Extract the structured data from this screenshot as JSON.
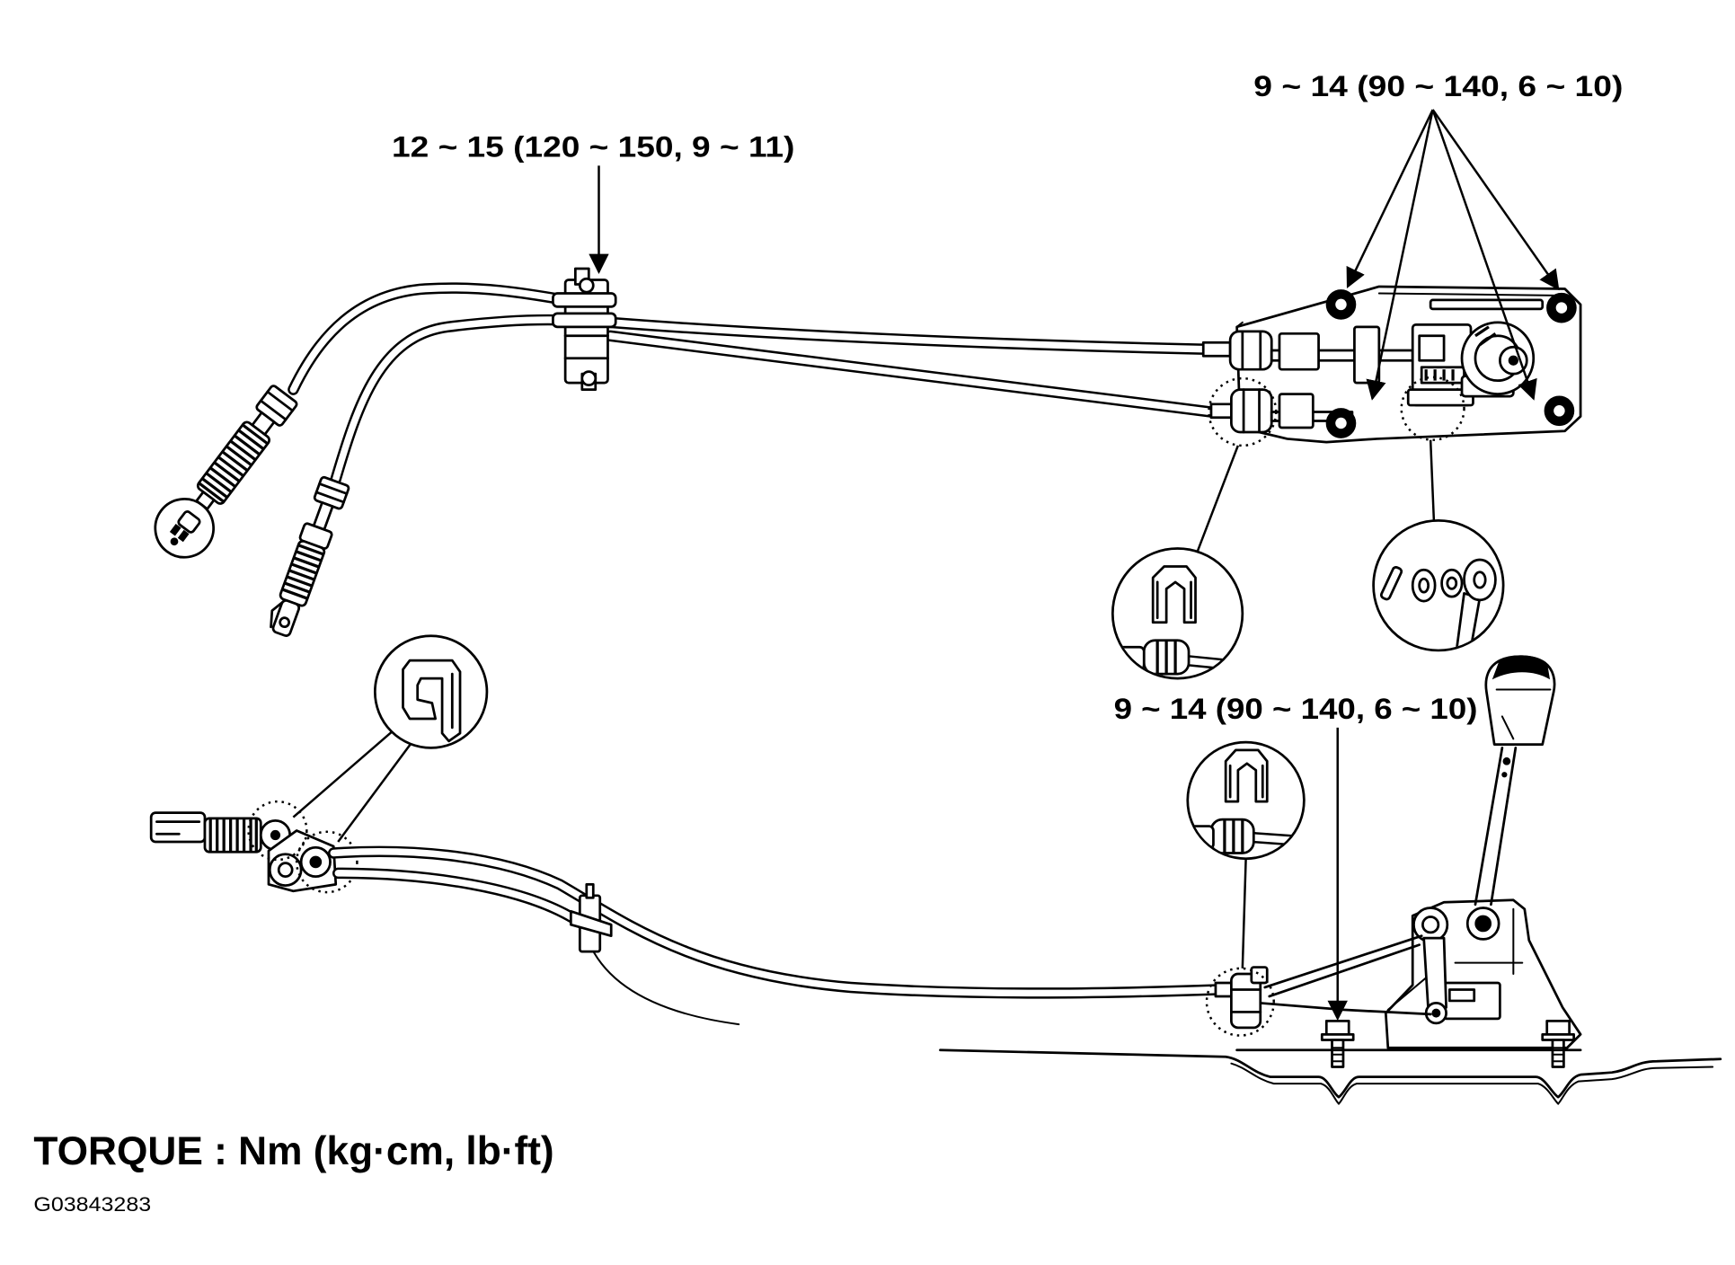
{
  "labels": {
    "clamp_bolt_torque": "12 ~ 15 (120 ~ 150, 9 ~ 11)",
    "bracket_bolt_torque": "9 ~ 14 (90 ~ 140, 6 ~ 10)",
    "lever_bolt_torque": "9 ~ 14 (90 ~ 140, 6 ~ 10)"
  },
  "legend": {
    "torque_units": "TORQUE : Nm (kg·cm, lb·ft)"
  },
  "figure_id": "G03843283",
  "colors": {
    "ink": "#000000",
    "background": "#ffffff"
  }
}
